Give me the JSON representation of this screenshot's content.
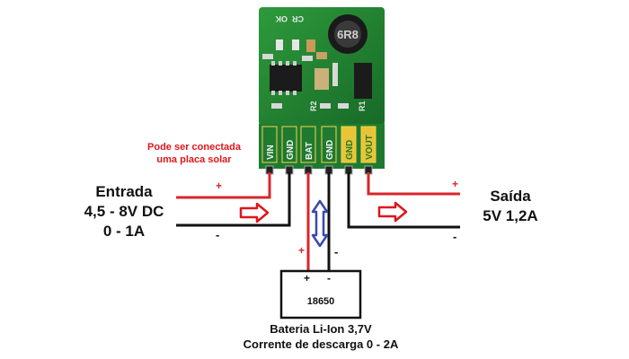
{
  "solar_note": {
    "line1": "Pode ser conectada",
    "line2": "uma placa solar",
    "color": "#e0161b"
  },
  "input": {
    "title": "Entrada",
    "voltage": "4,5 - 8V DC",
    "current": "0 - 1A",
    "plus": "+",
    "minus": "-"
  },
  "output": {
    "title": "Saída",
    "spec": "5V 1,2A",
    "plus": "+",
    "minus": "-"
  },
  "battery": {
    "cell": "18650",
    "plus": "+",
    "minus": "-",
    "wire_plus": "+",
    "wire_minus": "-",
    "line1": "Bateria Li-Ion 3,7V",
    "line2": "Corrente de descarga 0 - 2A"
  },
  "board": {
    "pins": [
      "VIN",
      "GND",
      "BAT",
      "GND",
      "GND",
      "VOUT"
    ],
    "leds": [
      "OK",
      "CR"
    ],
    "inductor": "6R8",
    "resistors": [
      "R2",
      "R1"
    ],
    "color": "#1e7a2e"
  },
  "colors": {
    "positive_wire": "#d9252b",
    "negative_wire": "#111111",
    "flow_arrow": "#e0161b",
    "battery_arrow": "#3848b0"
  }
}
